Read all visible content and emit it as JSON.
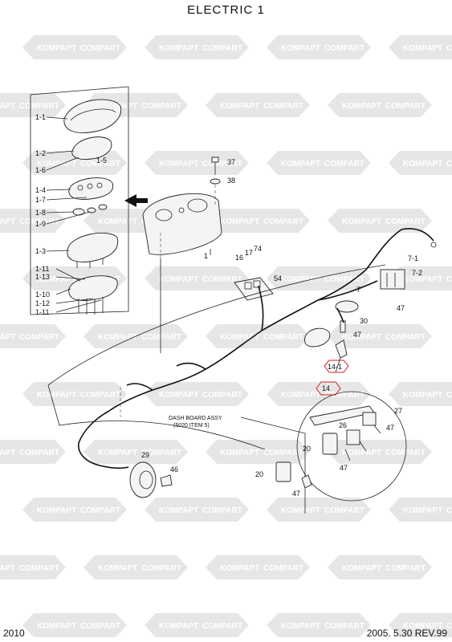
{
  "title": "ELECTRIC  1",
  "footer": {
    "left": "2010",
    "right": "2005. 5.30 REV.99"
  },
  "watermark": {
    "a": "KOMPAPT",
    "b": "COMPART"
  },
  "note": {
    "line1": "DASH BOARD ASSY",
    "line2": "(5020 ITEM 5)"
  },
  "labels": {
    "p1_1": "1-1",
    "p1_2": "1-2",
    "p1_5": "1-5",
    "p1_6": "1-6",
    "p1_4": "1-4",
    "p1_7": "1-7",
    "p1_8": "1-8",
    "p1_9": "1-9",
    "p1_3": "1-3",
    "p1_11a": "1-11",
    "p1_13": "1-13",
    "p1_10": "1-10",
    "p1_12": "1-12",
    "p1_11b": "1-11",
    "p37": "37",
    "p38": "38",
    "p1": "1",
    "p16": "16",
    "p17": "17",
    "p74": "74",
    "p54": "54",
    "p7_1": "7-1",
    "p7_2": "7-2",
    "p7": "7",
    "p47a": "47",
    "p30": "30",
    "p47b": "47",
    "p14_1": "14-1",
    "p14": "14",
    "p27": "27",
    "p26": "26",
    "p47c": "47",
    "p20a": "20",
    "p47d": "47",
    "p29": "29",
    "p46": "46",
    "p20b": "20",
    "p47e": "47"
  }
}
